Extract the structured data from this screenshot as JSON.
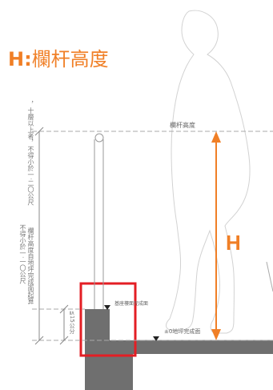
{
  "title": {
    "prefix": "H:",
    "text": "欄杆高度"
  },
  "h_label": "H",
  "labels": {
    "railing_height": "欄杆高度",
    "top_finish": "基座樓面完成面",
    "floor_finish": "±0地坪完成面",
    "left_dim_1": "不得小於一·一〇公尺",
    "left_dim_2": "欄杆高度自地坪完成面起算",
    "left_dim_3": "，十層以上者，不得小於一·二〇公尺",
    "small_dim": "≦15公分"
  },
  "colors": {
    "accent": "#f07f26",
    "highlight": "#e31e24",
    "structure": "#666666"
  }
}
